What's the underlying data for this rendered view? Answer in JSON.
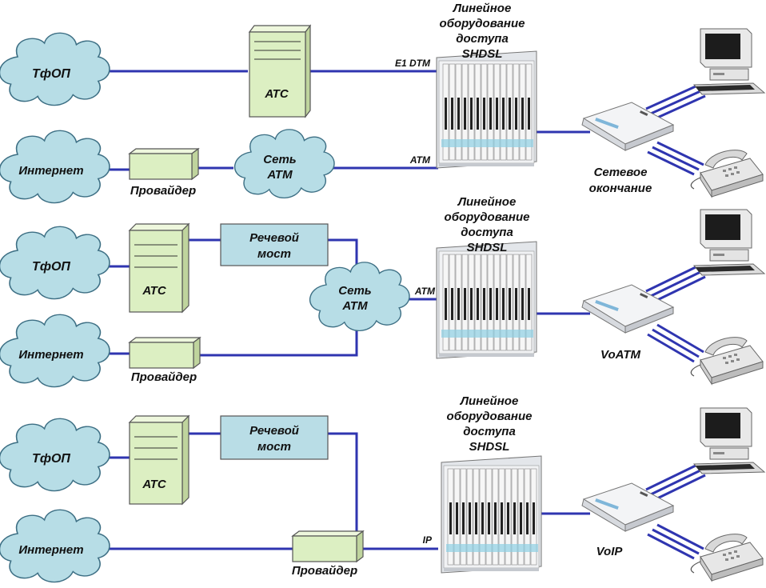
{
  "labels": {
    "tfop": "ТфОП",
    "internet": "Интернет",
    "ats": "АТС",
    "provider": "Провайдер",
    "net_atm_line1": "Сеть",
    "net_atm_line2": "АТМ",
    "speech_bridge_line1": "Речевой",
    "speech_bridge_line2": "мост",
    "access_line1": "Линейное",
    "access_line2": "оборудование",
    "access_line3": "доступа",
    "access_line4": "SHDSL"
  },
  "scenario1": {
    "link_top": "E1 DTM",
    "link_bottom": "ATM",
    "terminal_line1": "Сетевое",
    "terminal_line2": "окончание"
  },
  "scenario2": {
    "link": "ATM",
    "terminal": "VoATM"
  },
  "scenario3": {
    "link": "IP",
    "terminal": "VoIP"
  },
  "colors": {
    "wire": "#2f35b0",
    "cloud": "#b7dde6",
    "box": "#dcefc2",
    "bridge": "#b9dde6"
  }
}
